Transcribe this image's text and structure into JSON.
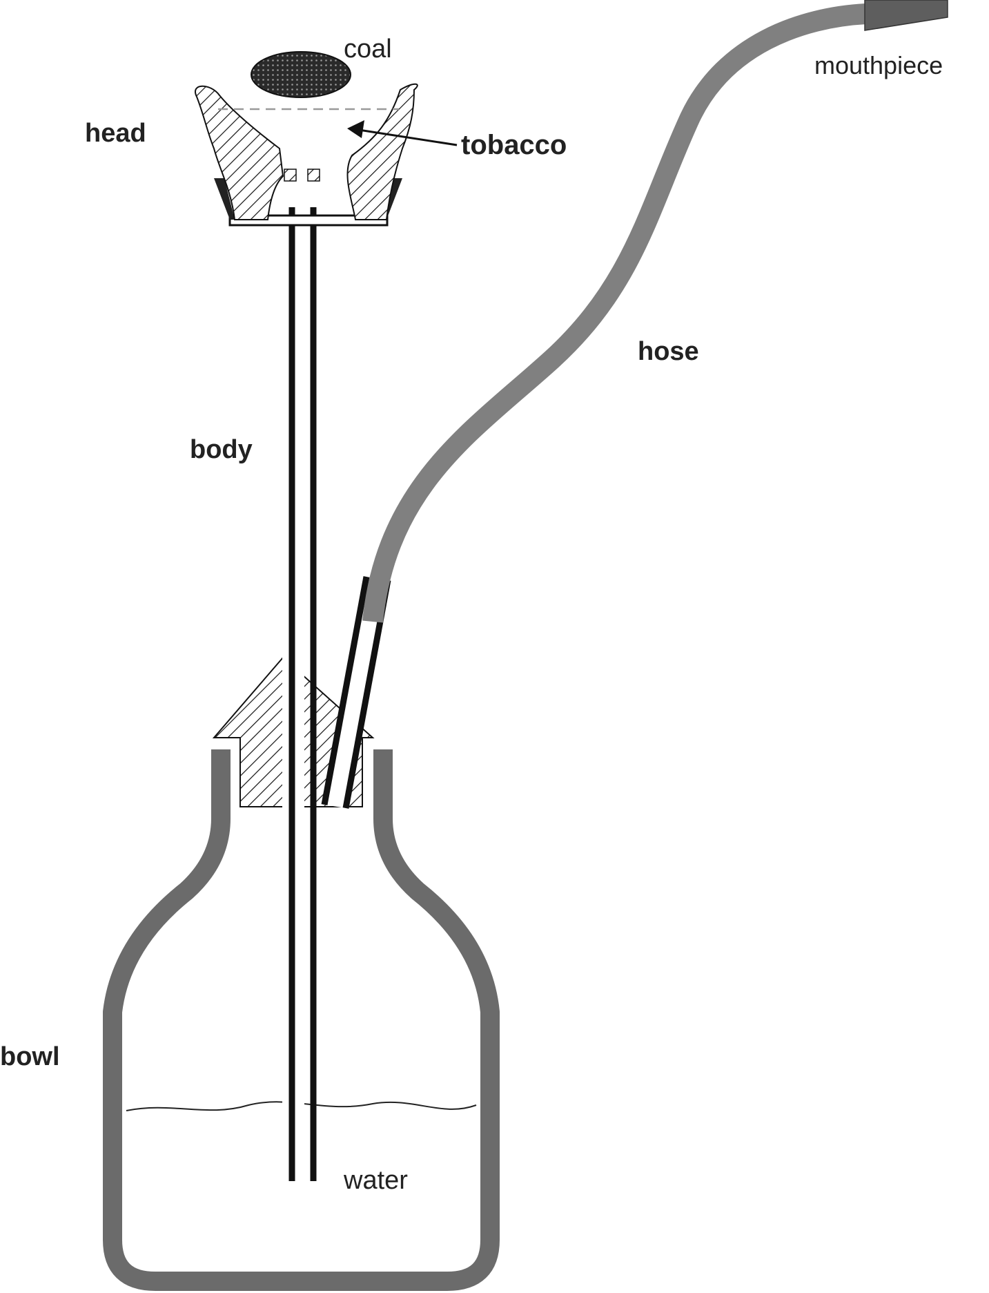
{
  "labels": {
    "coal": "coal",
    "head": "head",
    "tobacco": "tobacco",
    "mouthpiece": "mouthpiece",
    "hose": "hose",
    "body": "body",
    "bowl": "bowl",
    "water": "water"
  },
  "colors": {
    "outline": "#111111",
    "bowl_wall": "#6b6b6b",
    "hose": "#808080",
    "mouthpiece": "#5e5e5e",
    "dash": "#9a9a9a"
  }
}
